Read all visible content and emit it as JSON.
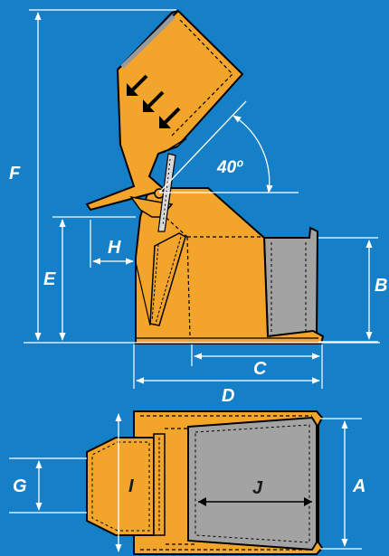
{
  "colors": {
    "background": "#1580c8",
    "hopper": "#f2a52a",
    "container": "#a3a3a3",
    "outline": "#000000",
    "dimension_line": "#ffffff"
  },
  "side_view": {
    "tilt_angle_label": "40º",
    "dimensions": {
      "F": "F",
      "E": "E",
      "H": "H",
      "B": "B",
      "C": "C",
      "D": "D"
    }
  },
  "top_view": {
    "dimensions": {
      "G": "G",
      "I": "I",
      "J": "J",
      "A": "A"
    }
  },
  "icons": [
    "tipping-hopper",
    "pour-arrow"
  ]
}
